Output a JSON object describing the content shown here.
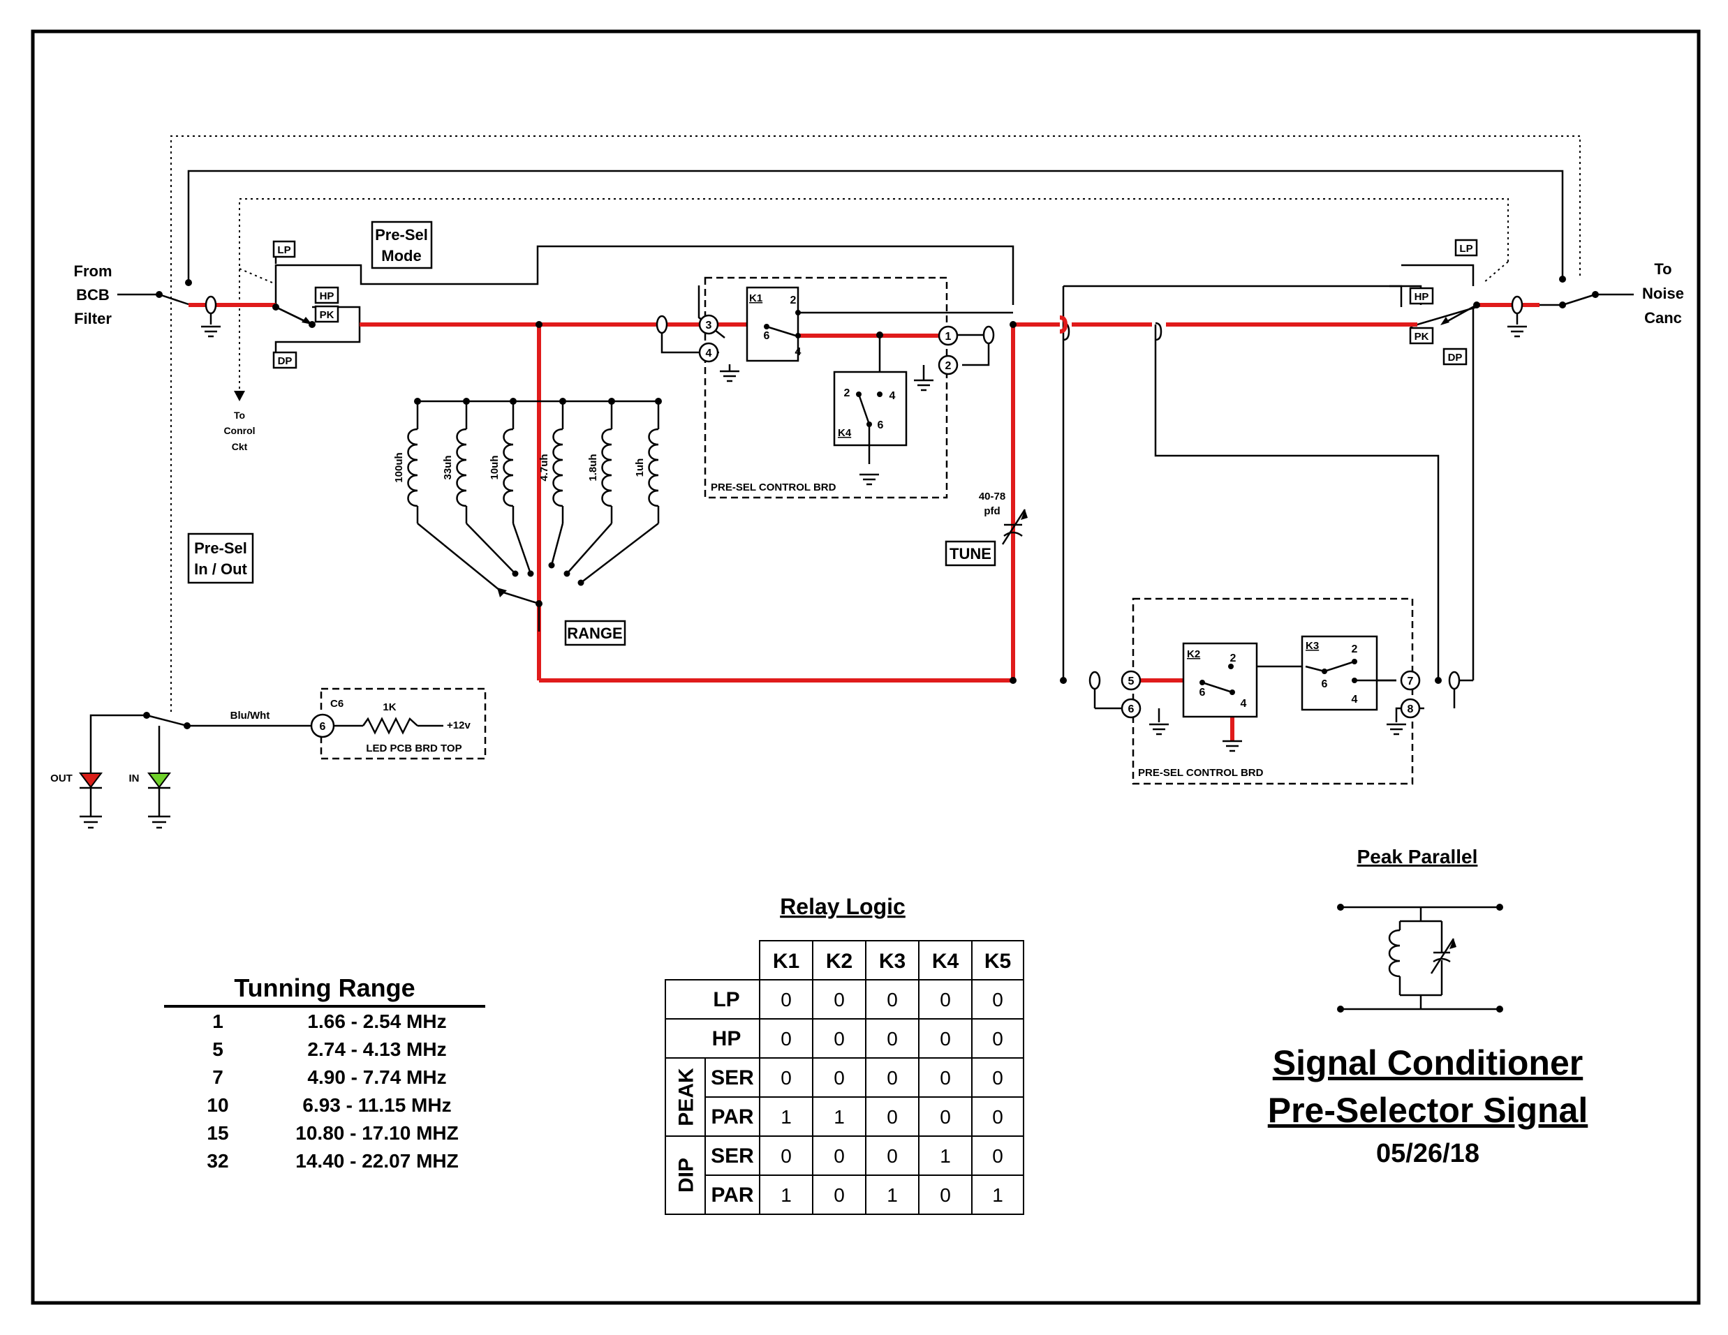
{
  "labels": {
    "from_bcb": [
      "From",
      "BCB",
      "Filter"
    ],
    "to_noise": [
      "To",
      "Noise",
      "Canc"
    ],
    "to_control": [
      "To",
      "Conrol",
      "Ckt"
    ],
    "presel_mode": [
      "Pre-Sel",
      "Mode"
    ],
    "presel_inout": [
      "Pre-Sel",
      "In / Out"
    ],
    "lp": "LP",
    "hp": "HP",
    "pk": "PK",
    "dp": "DP",
    "presel_control_brd": "PRE-SEL CONTROL BRD",
    "k1": "K1",
    "k2": "K2",
    "k3": "K3",
    "k4": "K4",
    "inductors": [
      "100uh",
      "33uh",
      "10uh",
      "4.7uh",
      "1.8uh",
      "1uh"
    ],
    "range": "RANGE",
    "tune": "TUNE",
    "capacitor": [
      "40-78",
      "pfd"
    ],
    "blu_wht": "Blu/Wht",
    "c6": "C6",
    "resistor": "1K",
    "plus12v": "+12v",
    "led_pcb": "LED PCB BRD TOP",
    "out": "OUT",
    "in": "IN",
    "peak_parallel": "Peak Parallel"
  },
  "pins": [
    "1",
    "2",
    "3",
    "4",
    "5",
    "6",
    "7",
    "8"
  ],
  "relay_pins": [
    "2",
    "6",
    "4"
  ],
  "led_pin": "6",
  "led_colors": {
    "out": "#d91e18",
    "in": "#6fd12a",
    "signal_path": "#e01b1b"
  },
  "tuning_range": {
    "title": "Tunning Range",
    "rows": [
      {
        "pos": "1",
        "range": "1.66 - 2.54 MHz"
      },
      {
        "pos": "5",
        "range": "2.74 - 4.13 MHz"
      },
      {
        "pos": "7",
        "range": "4.90 - 7.74 MHz"
      },
      {
        "pos": "10",
        "range": "6.93 - 11.15 MHz"
      },
      {
        "pos": "15",
        "range": "10.80 - 17.10 MHZ"
      },
      {
        "pos": "32",
        "range": "14.40 - 22.07 MHZ"
      }
    ]
  },
  "relay_logic": {
    "title": "Relay Logic",
    "columns": [
      "K1",
      "K2",
      "K3",
      "K4",
      "K5"
    ],
    "groups": [
      "PEAK",
      "DIP"
    ],
    "rows": [
      {
        "group": "",
        "mode": "LP",
        "values": [
          "0",
          "0",
          "0",
          "0",
          "0"
        ]
      },
      {
        "group": "",
        "mode": "HP",
        "values": [
          "0",
          "0",
          "0",
          "0",
          "0"
        ]
      },
      {
        "group": "PEAK",
        "mode": "SER",
        "values": [
          "0",
          "0",
          "0",
          "0",
          "0"
        ]
      },
      {
        "group": "PEAK",
        "mode": "PAR",
        "values": [
          "1",
          "1",
          "0",
          "0",
          "0"
        ]
      },
      {
        "group": "DIP",
        "mode": "SER",
        "values": [
          "0",
          "0",
          "0",
          "1",
          "0"
        ]
      },
      {
        "group": "DIP",
        "mode": "PAR",
        "values": [
          "1",
          "0",
          "1",
          "0",
          "1"
        ]
      }
    ]
  },
  "title_block": {
    "line1": "Signal Conditioner",
    "line2": "Pre-Selector Signal",
    "date": "05/26/18"
  }
}
